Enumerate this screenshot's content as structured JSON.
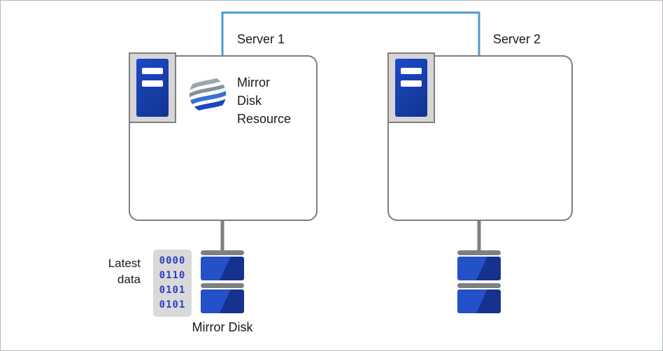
{
  "diagram": {
    "servers": [
      {
        "label": "Server 1"
      },
      {
        "label": "Server 2"
      }
    ],
    "resource": {
      "label": "Mirror Disk Resource"
    },
    "latest_data_label": "Latest data",
    "binary": {
      "rows": [
        "0000",
        "0110",
        "0101",
        "0101"
      ]
    },
    "mirror_disk_label": "Mirror Disk"
  },
  "colors": {
    "connector_blue": "#4a9ad4",
    "outline_gray": "#7f7f7f",
    "icon_bg_gray": "#d6d6d6",
    "server_blue": "#1d49c8",
    "server_blue_dark": "#12338f",
    "disk_blue": "#2450c8",
    "disk_blue_dark": "#16328f",
    "binary_text_blue": "#2a3fc4"
  }
}
